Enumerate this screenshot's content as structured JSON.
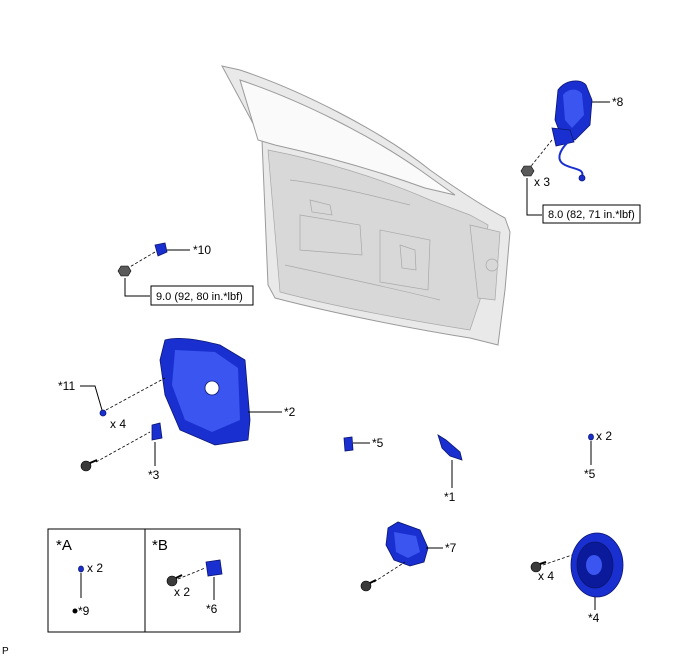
{
  "callouts": {
    "p1": "*1",
    "p2": "*2",
    "p3": "*3",
    "p4": "*4",
    "p5a": "*5",
    "p5b": "*5",
    "p6": "*6",
    "p7": "*7",
    "p8": "*8",
    "p9": "*9",
    "p10": "*10",
    "p11": "*11"
  },
  "quantities": {
    "mirror_screws": "x 3",
    "panel_clips": "x 4",
    "clip_right": "x 2",
    "speaker_screws": "x 4",
    "legend_a_clip": "x 2",
    "legend_b_screws": "x 2"
  },
  "torques": {
    "mirror_nut": "8.0 (82, 71 in.*lbf)",
    "bracket_nut": "9.0 (92, 80 in.*lbf)"
  },
  "legend": {
    "a_label": "*A",
    "b_label": "*B"
  },
  "corner_mark": "P"
}
